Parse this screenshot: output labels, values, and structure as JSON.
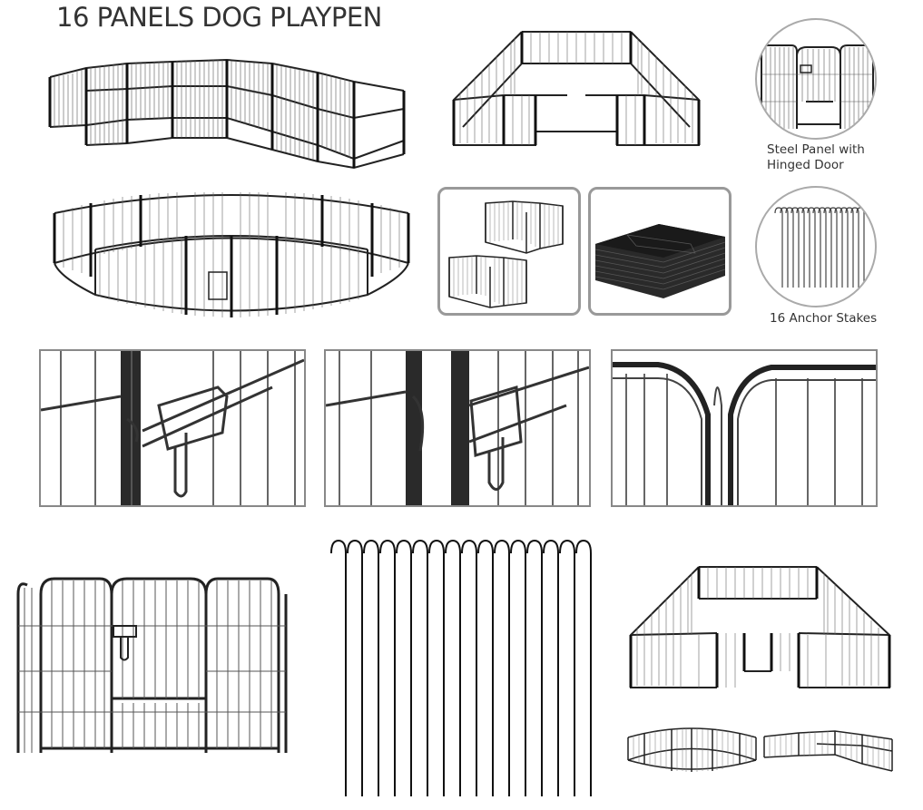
{
  "title": "16 PANELS DOG PLAYPEN",
  "captions": {
    "steel_panel": "Steel Panel with Hinged Door",
    "steel_panel_line1": "Steel Panel with",
    "steel_panel_line2": "Hinged Door",
    "anchor_stakes": "16 Anchor Stakes"
  },
  "images": [
    {
      "id": "l-shape-playpen",
      "label": "L-shaped playpen configuration"
    },
    {
      "id": "rectangle-playpen",
      "label": "Rectangular playpen configuration"
    },
    {
      "id": "steel-panel-door",
      "label": "Steel panel with hinged door"
    },
    {
      "id": "round-playpen",
      "label": "Round playpen configuration"
    },
    {
      "id": "two-pens",
      "label": "Two small pen configurations"
    },
    {
      "id": "stacked-panels",
      "label": "Stacked folded panels"
    },
    {
      "id": "anchor-stakes-circle",
      "label": "16 anchor stakes"
    },
    {
      "id": "latch-closeup-1",
      "label": "Door latch close-up"
    },
    {
      "id": "latch-closeup-2",
      "label": "Door latch close-up"
    },
    {
      "id": "connector-closeup",
      "label": "Panel connector close-up"
    },
    {
      "id": "panel-front-view",
      "label": "Panel with door front view"
    },
    {
      "id": "stakes-large",
      "label": "Anchor stakes"
    },
    {
      "id": "rectangle-playpen-2",
      "label": "Rectangular playpen"
    },
    {
      "id": "small-round-pen",
      "label": "Round playpen small"
    },
    {
      "id": "small-l-pen",
      "label": "L-shaped playpen small"
    }
  ],
  "stake_count": 16
}
